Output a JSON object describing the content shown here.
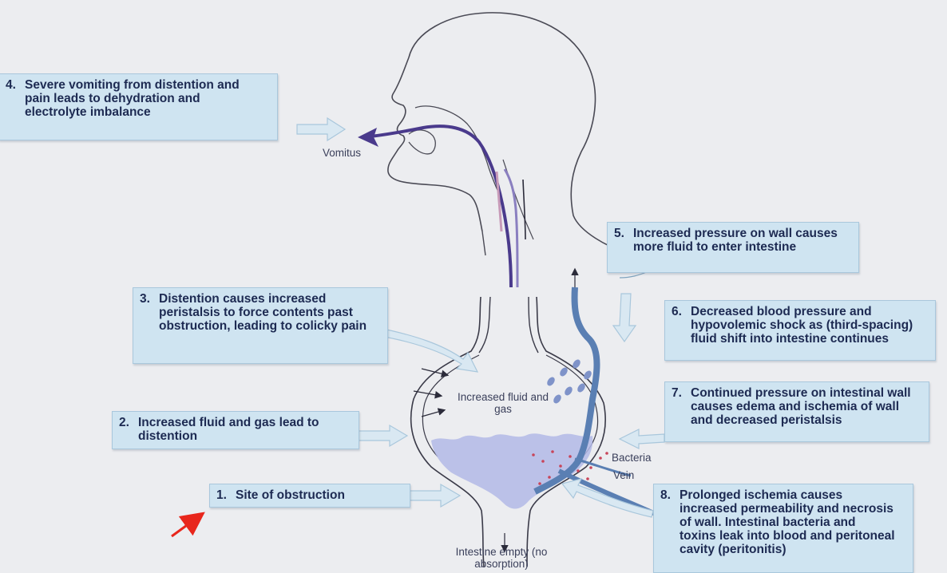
{
  "steps": [
    {
      "num": "1.",
      "text": "Site of obstruction"
    },
    {
      "num": "2.",
      "text": "Increased fluid and gas lead to distention"
    },
    {
      "num": "3.",
      "text": "Distention causes increased peristalsis to force contents past obstruction, leading to colicky pain"
    },
    {
      "num": "4.",
      "text": "Severe vomiting from distention and pain leads to dehydration and electrolyte imbalance"
    },
    {
      "num": "5.",
      "text": "Increased pressure on wall causes more fluid to enter intestine"
    },
    {
      "num": "6.",
      "text": "Decreased blood pressure and hypovolemic shock as (third-spacing) fluid shift into intestine continues"
    },
    {
      "num": "7.",
      "text": "Continued pressure on intestinal wall causes edema and ischemia of wall and decreased peristalsis"
    },
    {
      "num": "8.",
      "text": "Prolonged ischemia causes increased permeability and necrosis of wall. Intestinal bacteria and toxins leak into blood and peritoneal cavity (peritonitis)"
    }
  ],
  "labels": {
    "vomitus": "Vomitus",
    "fluid_gas": "Increased fluid and gas",
    "bacteria": "Bacteria",
    "vein": "Vein",
    "intestine_empty": "Intestine empty (no absorption)"
  },
  "colors": {
    "box_fill": "#cfe4f1",
    "fluid": "#b3b8e6",
    "vein": "#5a7fb3",
    "tube": "#4a3a8c",
    "pointer_arrow": "#e8261c"
  }
}
